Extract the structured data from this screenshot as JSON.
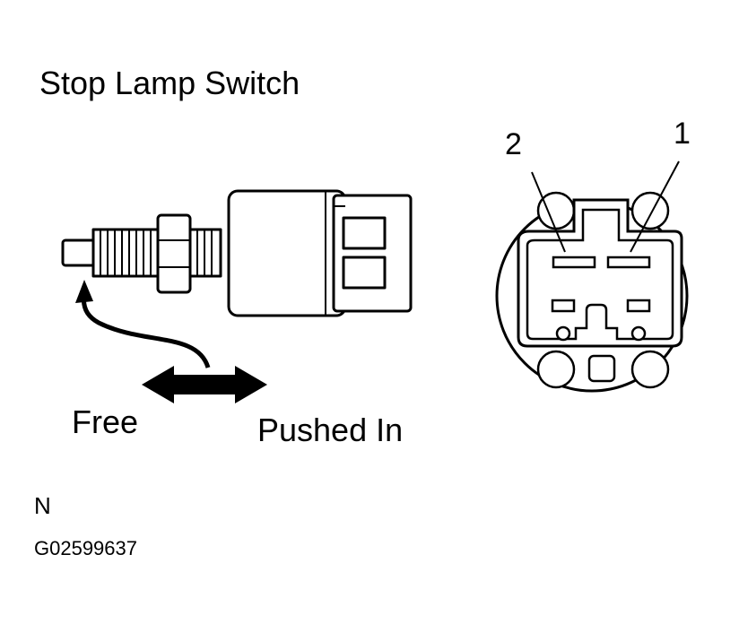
{
  "title": "Stop Lamp Switch",
  "labels": {
    "free": "Free",
    "pushed_in": "Pushed In",
    "pin_1": "1",
    "pin_2": "2"
  },
  "footer": {
    "note": "N",
    "code": "G02599637"
  }
}
